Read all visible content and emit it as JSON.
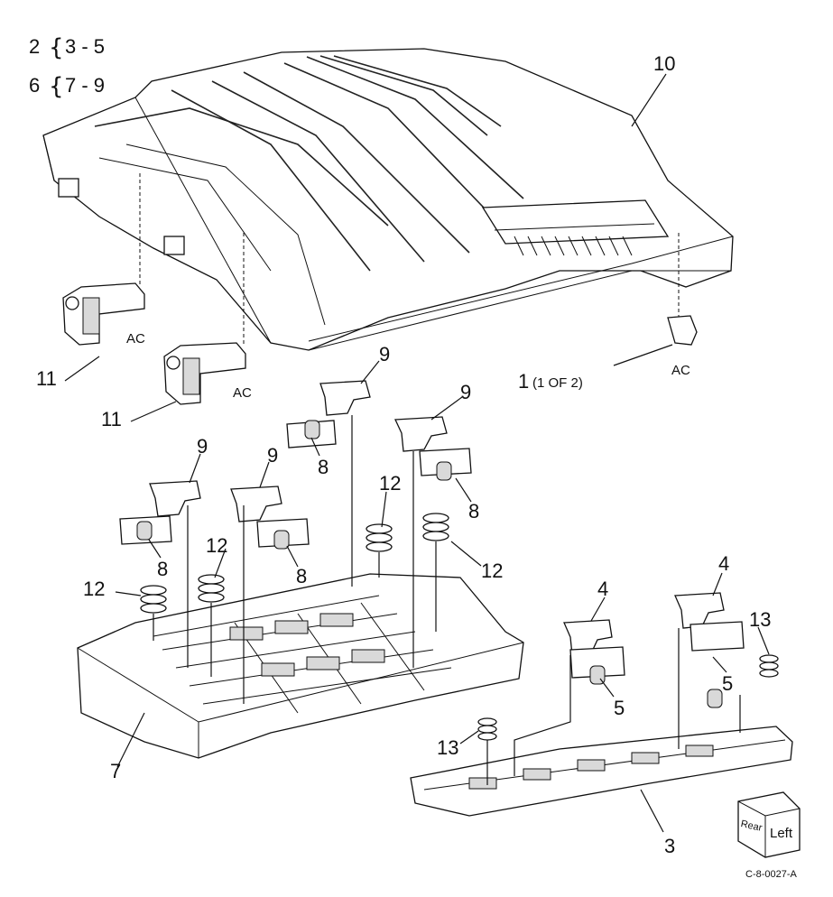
{
  "legend": {
    "line1_parent": "2",
    "line1_range": "3 - 5",
    "line2_parent": "6",
    "line2_range": "7 - 9"
  },
  "callouts": {
    "c1": "1",
    "c1_note": "(1 OF 2)",
    "c3": "3",
    "c4a": "4",
    "c4b": "4",
    "c5a": "5",
    "c5b": "5",
    "c7": "7",
    "c8a": "8",
    "c8b": "8",
    "c8c": "8",
    "c8d": "8",
    "c9a": "9",
    "c9b": "9",
    "c9c": "9",
    "c9d": "9",
    "c10": "10",
    "c11a": "11",
    "c11b": "11",
    "c12a": "12",
    "c12b": "12",
    "c12c": "12",
    "c12d": "12",
    "c13a": "13",
    "c13b": "13"
  },
  "screw_labels": {
    "ac1": "AC",
    "ac2": "AC",
    "ac3": "AC"
  },
  "orientation_cube": {
    "rear": "Rear",
    "left": "Left"
  },
  "figure_code": "C-8-0027-A"
}
